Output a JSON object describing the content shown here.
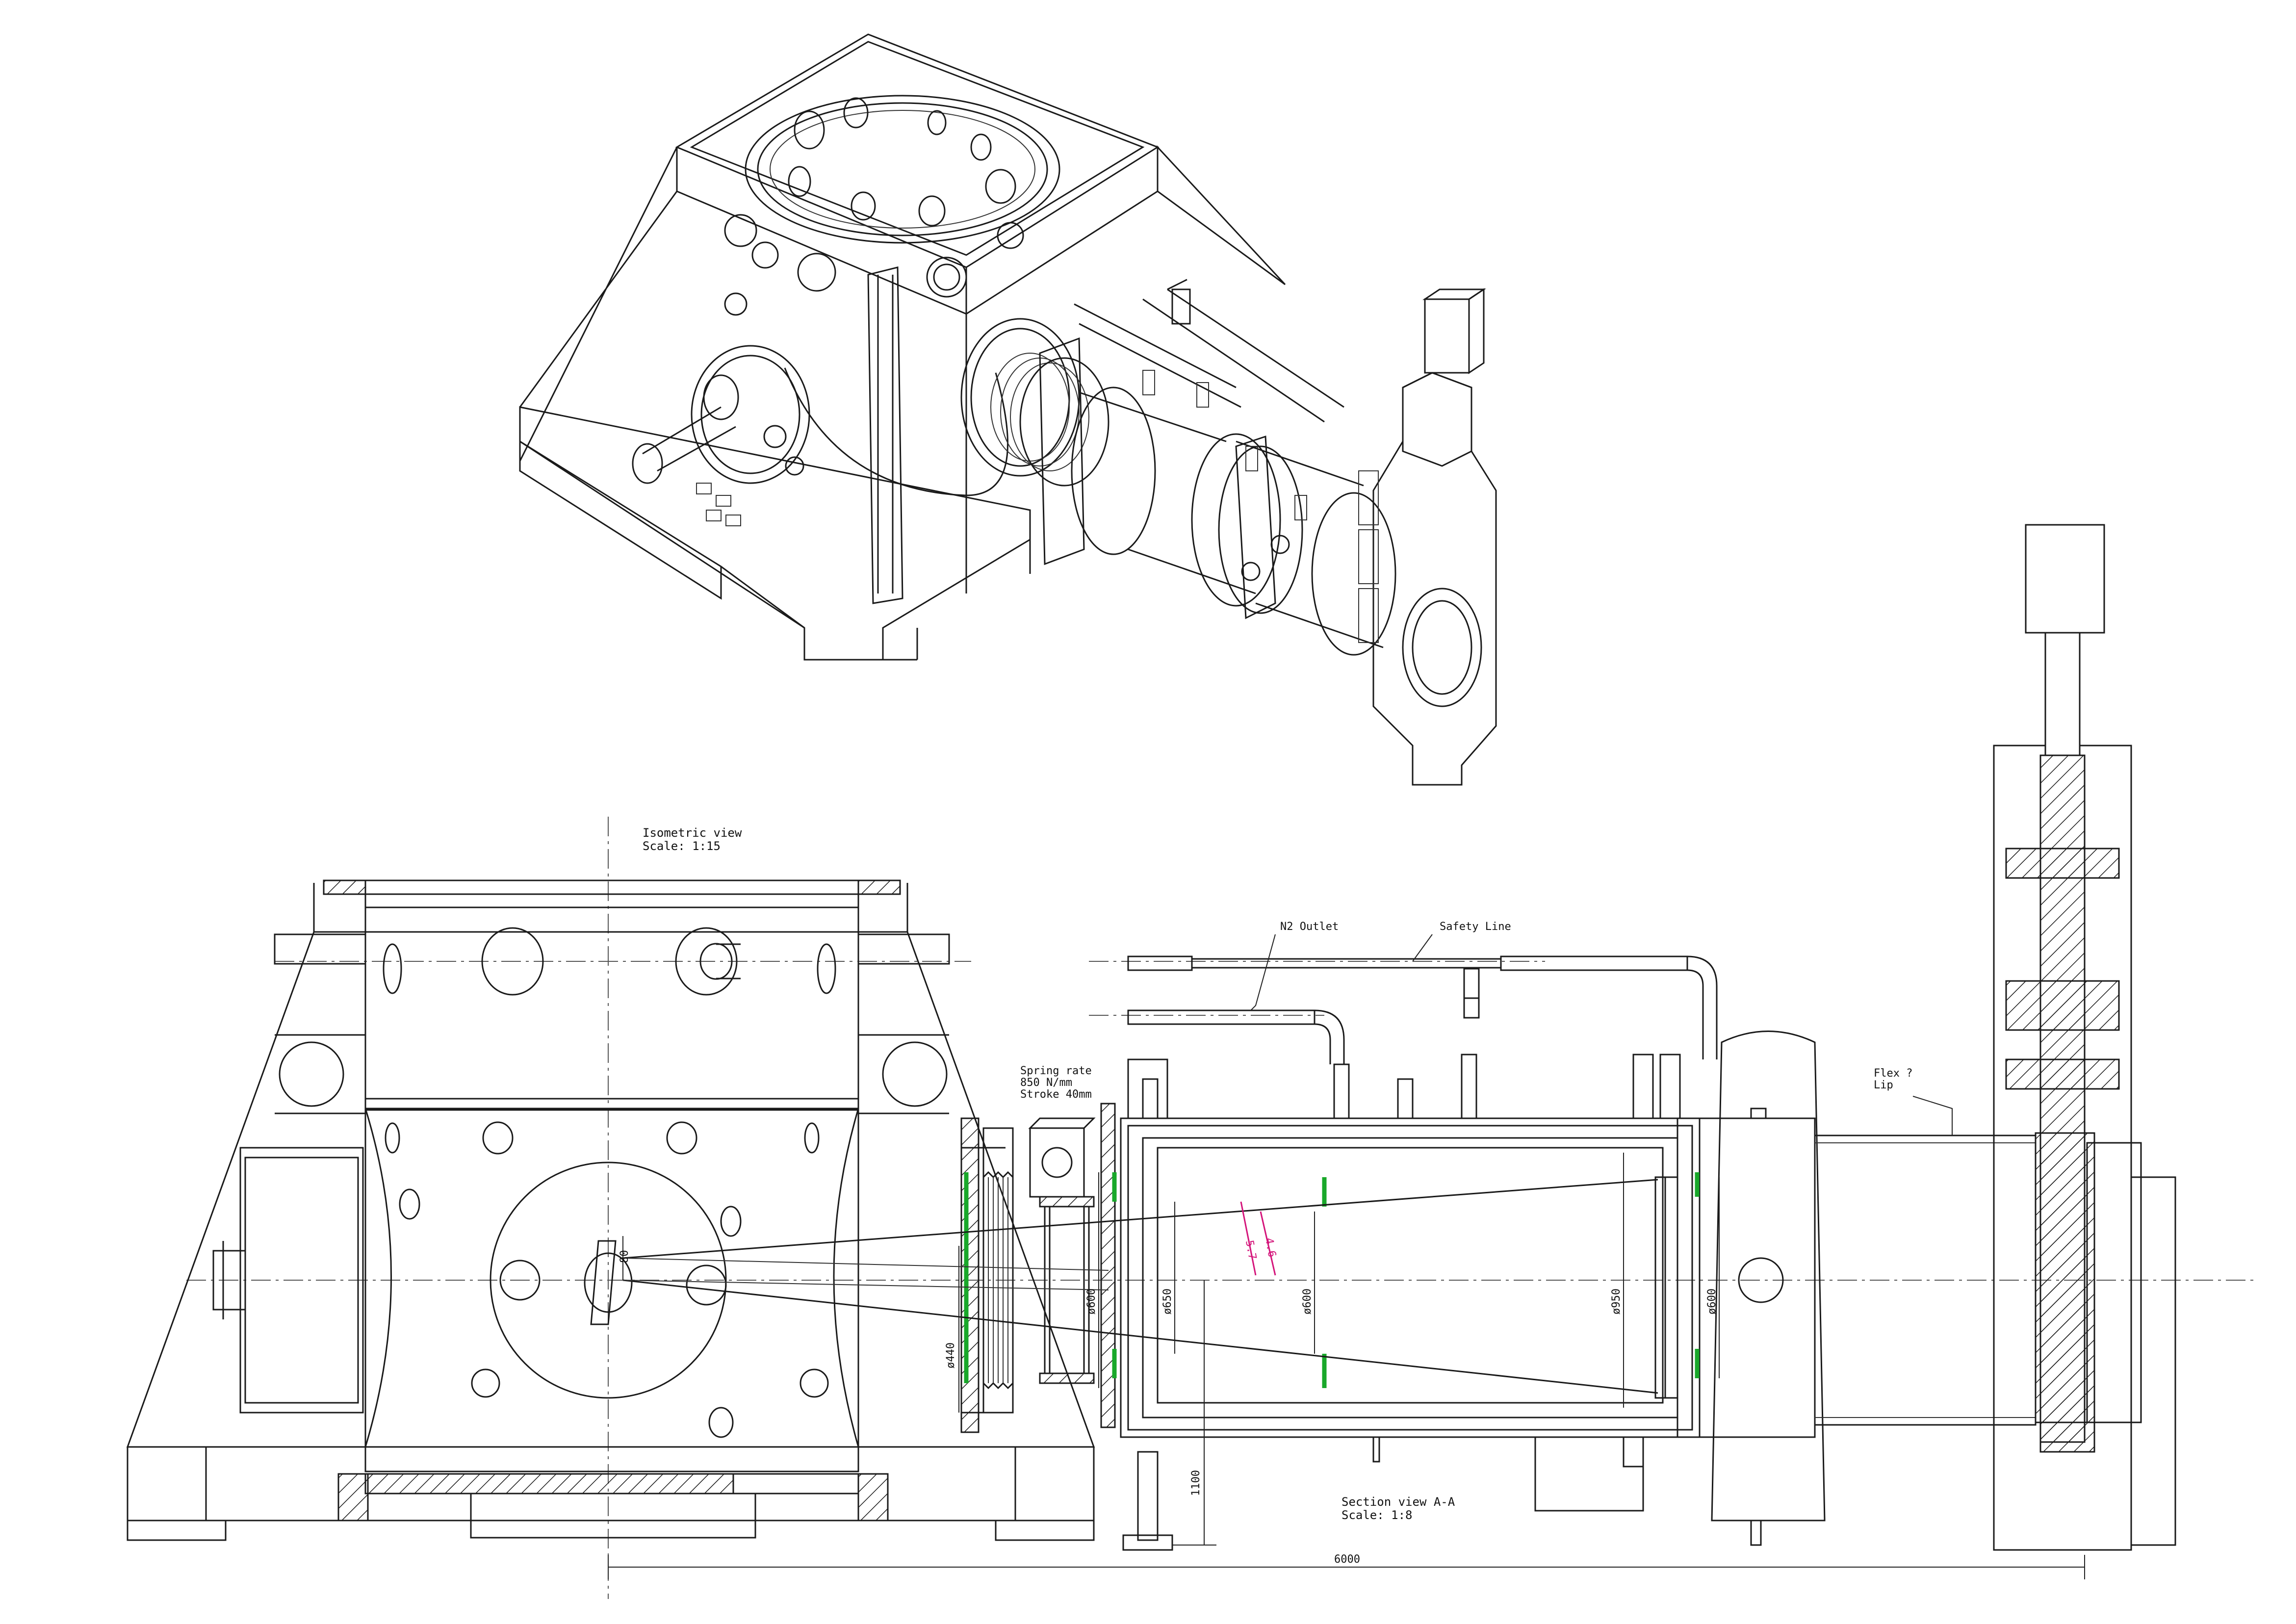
{
  "views": {
    "isometric": {
      "title": "Isometric view",
      "scale": "Scale:  1:15"
    },
    "section": {
      "title": "Section view A-A",
      "scale": "Scale:  1:8"
    }
  },
  "labels": {
    "n2_outlet": "N2 Outlet",
    "safety_line": "Safety Line",
    "spring_rate": "Spring rate",
    "spring_value": "850 N/mm",
    "stroke": "Stroke 40mm",
    "flex": "Flex ?",
    "lip": "Lip"
  },
  "dimensions": {
    "d80": "80",
    "d440": "ø440",
    "d600_left": "ø600",
    "d650": "ø650",
    "d600_mid": "ø600",
    "d950": "ø950",
    "d600_right": "ø600",
    "h1100": "1100",
    "w6000": "6000",
    "a57": "5.7",
    "a46": "4.6"
  },
  "colors": {
    "line": "#1a1a1a",
    "highlight": "#19a82a",
    "annotation": "#d4147a"
  }
}
